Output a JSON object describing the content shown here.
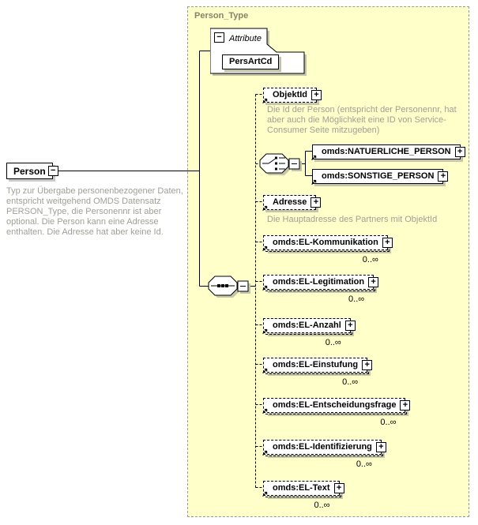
{
  "icons": {
    "plus": "+",
    "minus": "−",
    "ref_arrow": "↗"
  },
  "colors": {
    "container_bg": "#ffffc9",
    "container_border": "#9a9a9a",
    "container_label": "#84846a",
    "doc_text": "#9f9f96",
    "box_border": "#000000",
    "shadow_on_yellow": "#c6c6aa",
    "shadow_on_white": "#c9c9c9"
  },
  "root": {
    "name": "Person",
    "doc": "Typ zur Übergabe personenbezogener Daten, entspricht weitgehend OMDS Datensatz PERSON_Type, die Personennr ist aber optional. Die Person kann eine Adresse enthalten. Die Adresse hat aber keine Id."
  },
  "type": {
    "label": "Person_Type"
  },
  "attributes": {
    "section_label": "Attribute",
    "items": [
      {
        "name": "PersArtCd"
      }
    ]
  },
  "children": [
    {
      "name": "ObjektId",
      "doc": "Die Id der Person (entspricht der Personennr, hat aber auch die Möglichkeit eine ID von Service-Consumer Seite mitzugeben)"
    },
    {
      "choice": [
        {
          "name": "omds:NATUERLICHE_PERSON"
        },
        {
          "name": "omds:SONSTIGE_PERSON"
        }
      ]
    },
    {
      "name": "Adresse",
      "doc": "Die Hauptadresse des Partners mit ObjektId"
    },
    {
      "name": "omds:EL-Kommunikation",
      "cardinality": "0..∞"
    },
    {
      "name": "omds:EL-Legitimation",
      "cardinality": "0..∞"
    },
    {
      "name": "omds:EL-Anzahl",
      "cardinality": "0..∞"
    },
    {
      "name": "omds:EL-Einstufung",
      "cardinality": "0..∞"
    },
    {
      "name": "omds:EL-Entscheidungsfrage",
      "cardinality": "0..∞"
    },
    {
      "name": "omds:EL-Identifizierung",
      "cardinality": "0..∞"
    },
    {
      "name": "omds:EL-Text",
      "cardinality": "0..∞"
    }
  ]
}
